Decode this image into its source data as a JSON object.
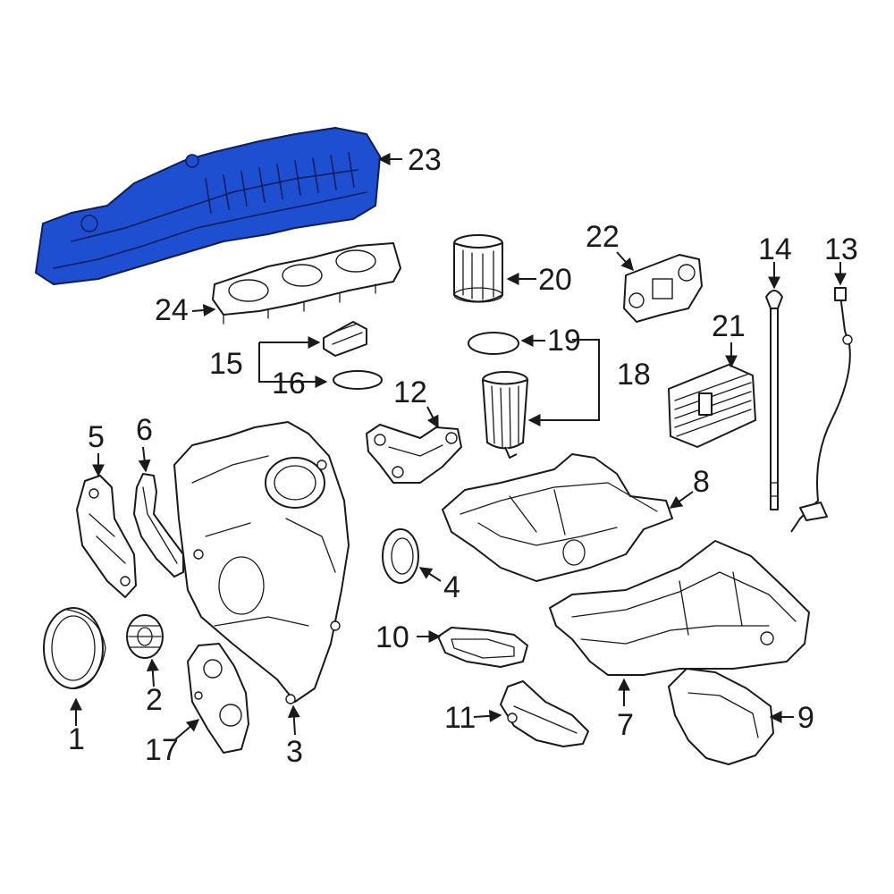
{
  "highlight_color": "#1f4fd1",
  "labels": {
    "p1": "1",
    "p2": "2",
    "p3": "3",
    "p4": "4",
    "p5": "5",
    "p6": "6",
    "p7": "7",
    "p8": "8",
    "p9": "9",
    "p10": "10",
    "p11": "11",
    "p12": "12",
    "p13": "13",
    "p14": "14",
    "p15": "15",
    "p16": "16",
    "p17": "17",
    "p18": "18",
    "p19": "19",
    "p20": "20",
    "p21": "21",
    "p22": "22",
    "p23": "23",
    "p24": "24"
  }
}
